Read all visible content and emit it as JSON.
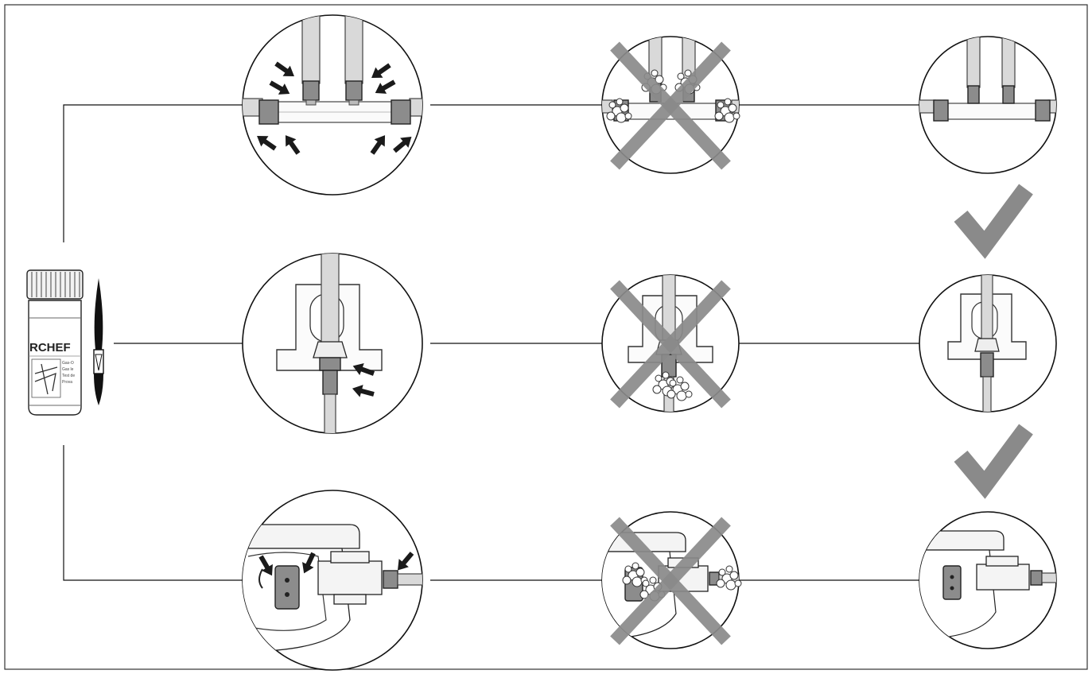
{
  "product": {
    "brand_label": "RCHEF",
    "label_lines": [
      "Gas-O",
      "Gas le",
      "Test de",
      "Prova"
    ]
  },
  "colors": {
    "frame": "#333333",
    "mark_gray": "#8a8a8a",
    "nut_gray": "#8c8c8c",
    "pipe_gray": "#d9d9d9"
  },
  "rows": [
    {
      "id": "pipe-tee-connection",
      "steps": [
        "apply-soap-solution",
        "leak-detected",
        "no-leak-ok"
      ]
    },
    {
      "id": "hose-bracket-connection",
      "steps": [
        "apply-soap-solution",
        "leak-detected",
        "no-leak-ok"
      ]
    },
    {
      "id": "regulator-cylinder-connection",
      "steps": [
        "apply-soap-solution",
        "leak-detected",
        "no-leak-ok"
      ]
    }
  ],
  "icons": {
    "leak": "cross-mark-icon",
    "ok": "check-mark-icon",
    "apply": "arrow-icon",
    "bubbles": "soap-bubbles-icon",
    "brush": "brush-icon",
    "bottle": "soap-bottle-icon"
  }
}
